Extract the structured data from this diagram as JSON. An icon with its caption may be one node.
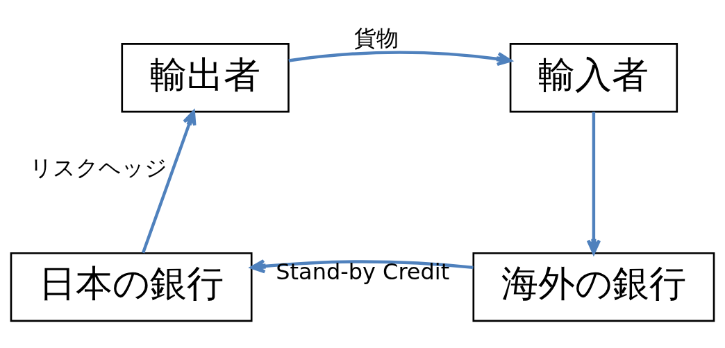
{
  "diagram": {
    "nodes": [
      {
        "text": [
          "輸出者"
        ]
      },
      {
        "text": [
          "輸入者"
        ]
      },
      {
        "text": [
          "日本の銀行"
        ]
      },
      {
        "text": [
          "海外の銀行"
        ]
      }
    ],
    "edges": [
      {
        "from": 0,
        "to": 1,
        "arrow": "to",
        "label": "貨物"
      },
      {
        "from": 1,
        "to": 3,
        "arrow": "to"
      },
      {
        "from": 3,
        "to": 2,
        "arrow": "to",
        "label": "Stand-by Credit"
      },
      {
        "from": 2,
        "to": 0,
        "arrow": "to",
        "label": "リスクヘッジ"
      }
    ]
  }
}
